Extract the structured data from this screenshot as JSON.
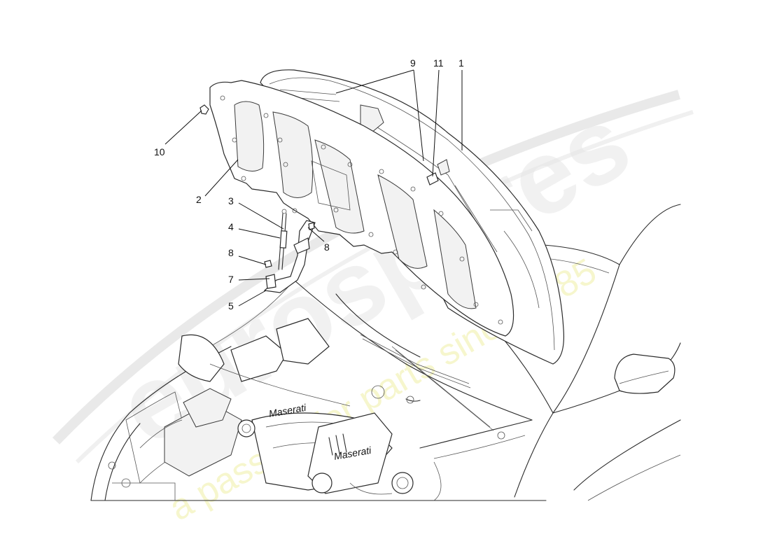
{
  "watermark": {
    "brand_text": "eurospares",
    "tagline": "a passion for parts since 1985",
    "brand_color": "#c8c8c8",
    "tagline_color": "#f2f2a8"
  },
  "callouts": [
    {
      "label": "1"
    },
    {
      "label": "2"
    },
    {
      "label": "3"
    },
    {
      "label": "4"
    },
    {
      "label": "5"
    },
    {
      "label": "7"
    },
    {
      "label": "8"
    },
    {
      "label": "8"
    },
    {
      "label": "9"
    },
    {
      "label": "10"
    },
    {
      "label": "11"
    }
  ],
  "engine_cover_text": {
    "top": "Maserati",
    "bottom": "Maserati"
  }
}
